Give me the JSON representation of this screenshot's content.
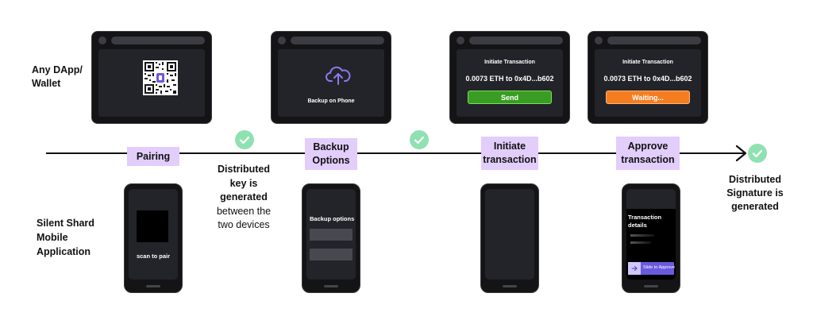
{
  "row_labels": {
    "dapp": [
      "Any DApp/",
      "Wallet"
    ],
    "mobile": [
      "Silent Shard",
      "Mobile",
      "Application"
    ]
  },
  "steps": {
    "pairing": [
      "Pairing"
    ],
    "backup": [
      "Backup",
      "Options"
    ],
    "initiate": [
      "Initiate",
      "transaction"
    ],
    "approve": [
      "Approve",
      "transaction"
    ]
  },
  "notes": {
    "distributed_key": {
      "bold": [
        "Distributed",
        "key is",
        "generated"
      ],
      "regular": [
        "between the",
        "two devices"
      ]
    },
    "distributed_signature": [
      "Distributed",
      "Signature is",
      "generated"
    ]
  },
  "desktop_screens": {
    "backup_text": "Backup on Phone",
    "initiate": {
      "title": "Initiate Transaction",
      "amount": "0.0073 ETH to 0x4D...b602",
      "button": "Send"
    },
    "approve": {
      "title": "Initiate Transaction",
      "amount": "0.0073 ETH to 0x4D...b602",
      "button": "Waiting..."
    }
  },
  "phone_screens": {
    "pairing_text": "scan to pair",
    "backup_title": "Backup options",
    "tx_details": [
      "Transaction",
      "details"
    ],
    "slide_label": "Slide to Approve"
  },
  "colors": {
    "step_fill": "#e2cdfb",
    "check_fill": "#90e1b1",
    "send_button": "#3a9d23",
    "waiting_button": "#f57d20",
    "slide_button": "#6a5ae0",
    "device_body": "#141416"
  },
  "icons": [
    "qr-code-icon",
    "cloud-upload-icon",
    "check-icon",
    "arrow-right-icon",
    "arrowhead-icon"
  ]
}
